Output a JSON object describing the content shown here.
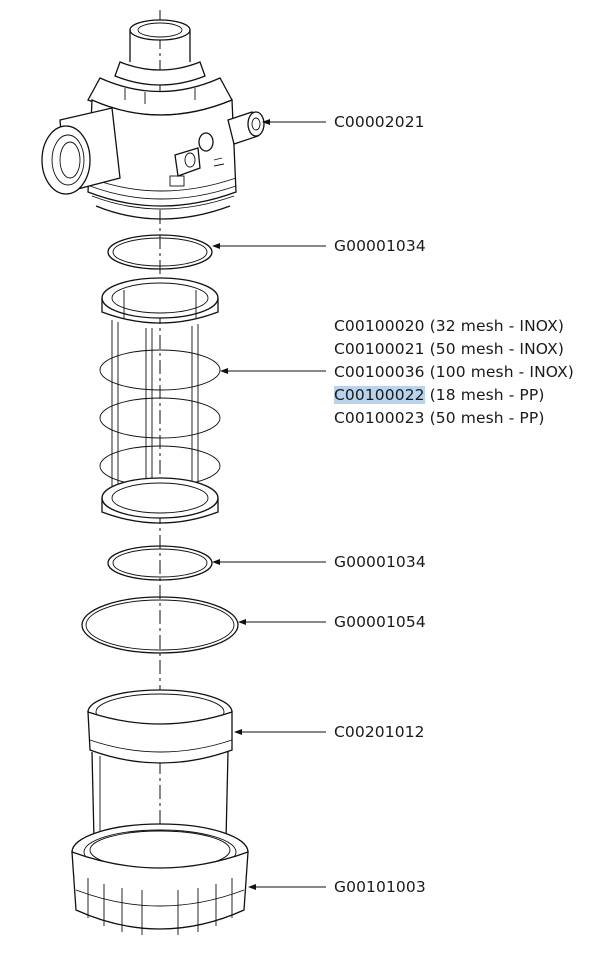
{
  "callouts": [
    {
      "code": "C00002021",
      "desc": ""
    },
    {
      "code": "G00001034",
      "desc": ""
    },
    {
      "code": "C00100020",
      "desc": "(32 mesh - INOX)"
    },
    {
      "code": "C00100021",
      "desc": "(50 mesh - INOX)"
    },
    {
      "code": "C00100036",
      "desc": "(100 mesh - INOX)"
    },
    {
      "code": "C00100022",
      "desc": "(18 mesh - PP)",
      "highlighted": true
    },
    {
      "code": "C00100023",
      "desc": "(50 mesh - PP)"
    },
    {
      "code": "G00001034",
      "desc": ""
    },
    {
      "code": "G00001054",
      "desc": ""
    },
    {
      "code": "C00201012",
      "desc": ""
    },
    {
      "code": "G00101003",
      "desc": ""
    }
  ],
  "colors": {
    "highlight": "#b8d4ec",
    "ink": "#111111"
  }
}
